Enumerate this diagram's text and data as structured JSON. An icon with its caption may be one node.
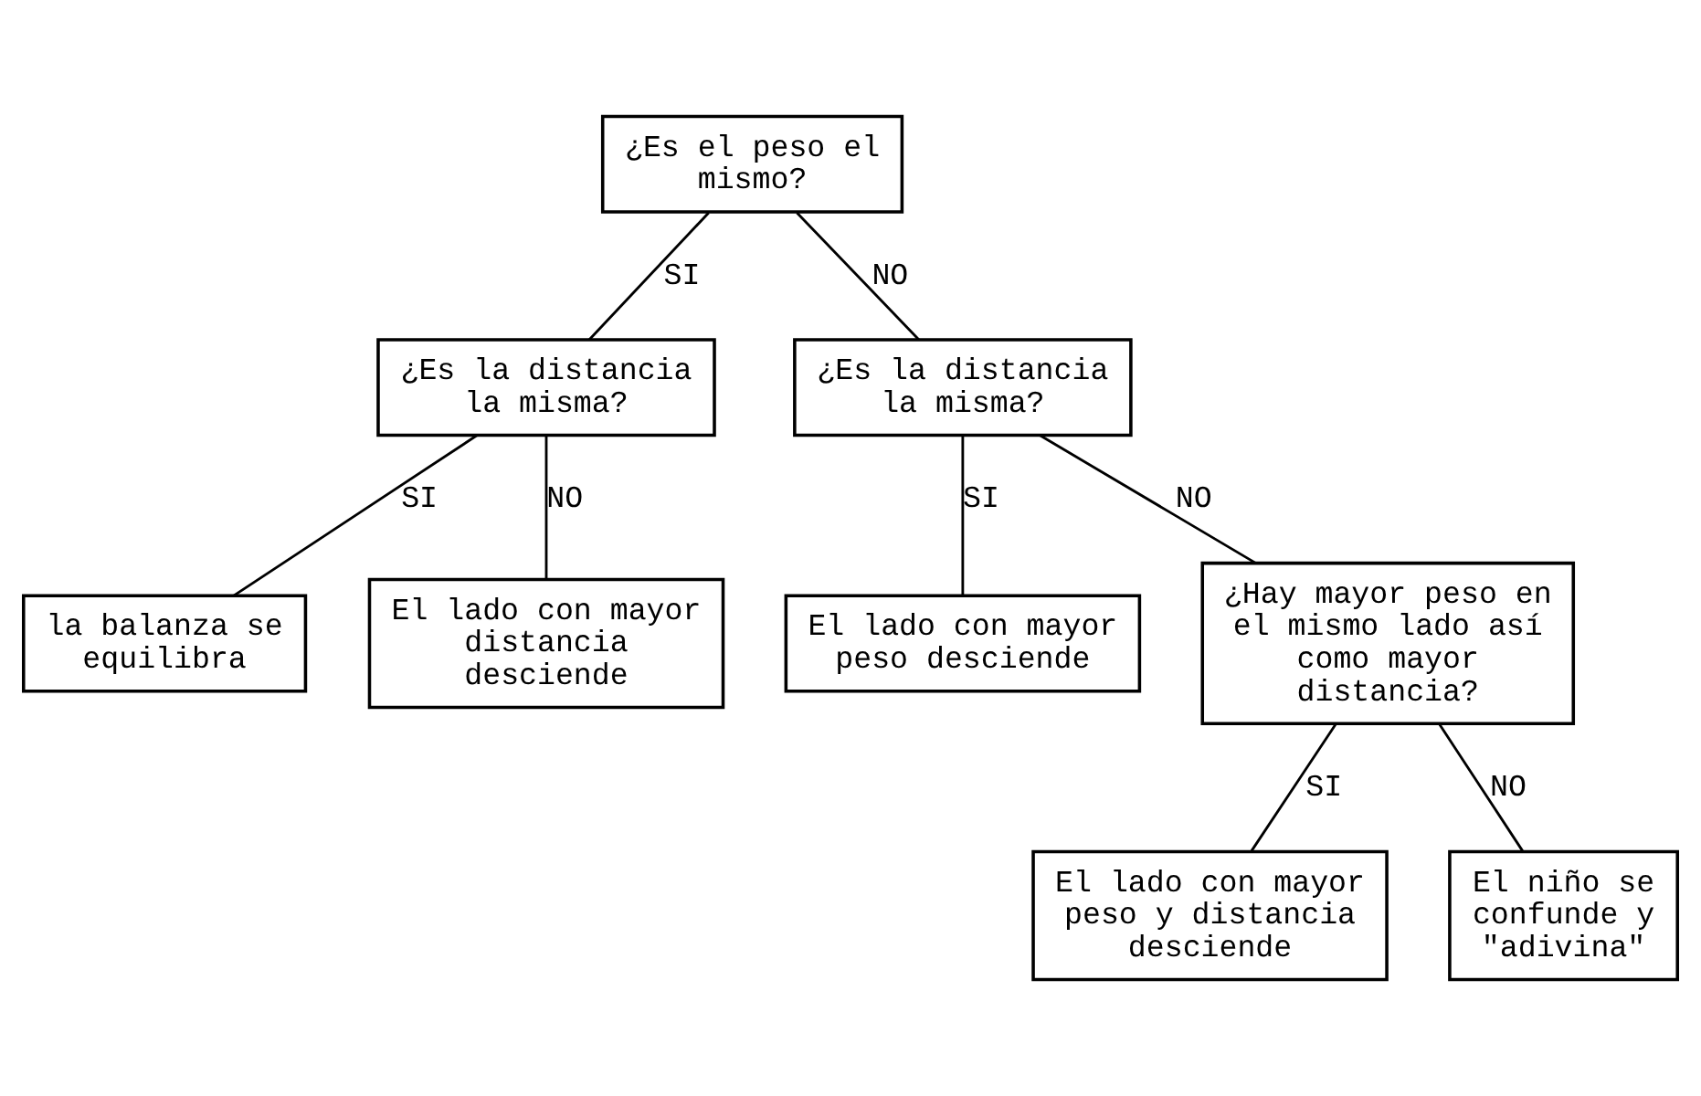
{
  "diagram": {
    "nodes": [
      {
        "text": [
          "¿Es el peso el mismo?"
        ]
      },
      {
        "text": [
          "¿Es la distancia la misma?"
        ]
      },
      {
        "text": [
          "¿Es la distancia la misma?"
        ]
      },
      {
        "text": [
          "la balanza se equilibra"
        ]
      },
      {
        "text": [
          "El lado con mayor distancia desciende"
        ]
      },
      {
        "text": [
          "El lado con mayor peso desciende"
        ]
      },
      {
        "text": [
          "¿Hay mayor peso en el mismo lado así como mayor distancia?"
        ]
      },
      {
        "text": [
          "El lado con mayor peso y distancia desciende"
        ]
      },
      {
        "text": [
          "El niño se confunde y \"adivina\""
        ]
      }
    ],
    "edges": [
      {
        "from": 0,
        "to": 1,
        "arrow": "none",
        "label": "SI"
      },
      {
        "from": 0,
        "to": 2,
        "arrow": "none",
        "label": "NO"
      },
      {
        "from": 1,
        "to": 3,
        "arrow": "none",
        "label": "SI"
      },
      {
        "from": 1,
        "to": 4,
        "arrow": "none",
        "label": "NO"
      },
      {
        "from": 2,
        "to": 5,
        "arrow": "none",
        "label": "SI"
      },
      {
        "from": 2,
        "to": 6,
        "arrow": "none",
        "label": "NO"
      },
      {
        "from": 6,
        "to": 7,
        "arrow": "none",
        "label": "SI"
      },
      {
        "from": 6,
        "to": 8,
        "arrow": "none",
        "label": "NO"
      }
    ]
  }
}
